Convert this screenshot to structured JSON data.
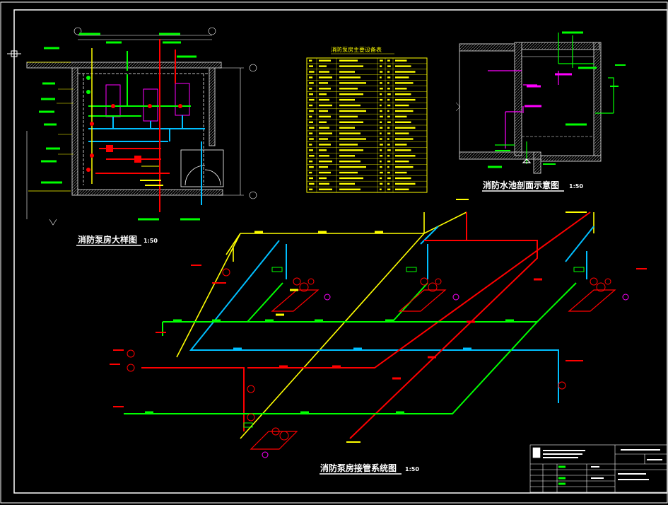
{
  "drawing": {
    "views": {
      "pump_room_plan": {
        "title": "消防泵房大样图",
        "scale": "1:50"
      },
      "pool_section": {
        "title": "消防水池剖面示意图",
        "scale": "1:50"
      },
      "pipe_system": {
        "title": "消防泵房接管系统图",
        "scale": "1:50"
      }
    },
    "equipment_table": {
      "title": "消防泵房主要设备表"
    },
    "colors": {
      "background": "#000000",
      "frame": "#ffffff",
      "wall": "#c0c0c0",
      "pipe_red": "#ff0000",
      "pipe_green": "#00ff00",
      "pipe_cyan": "#00bfff",
      "pipe_yellow": "#ffff00",
      "equipment": "#ff00ff"
    }
  }
}
